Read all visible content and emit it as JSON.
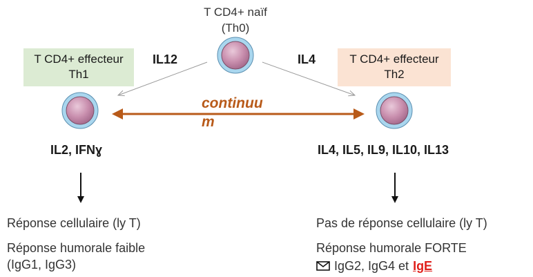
{
  "naive_cell": {
    "line1": "T CD4+ naïf",
    "line2": "(Th0)"
  },
  "th1": {
    "line1": "T CD4+ effecteur",
    "line2": "Th1",
    "cytokines": "IL2, IFNɣ"
  },
  "th2": {
    "line1": "T CD4+ effecteur",
    "line2": "Th2",
    "cytokines": "IL4, IL5, IL9, IL10, IL13"
  },
  "signals": {
    "left": "IL12",
    "right": "IL4"
  },
  "continuum": {
    "line1": "continuu",
    "line2": "m"
  },
  "left_outcomes": {
    "line1": "Réponse cellulaire (ly T)",
    "line2": "Réponse humorale faible",
    "line3": "(IgG1, IgG3)"
  },
  "right_outcomes": {
    "line1": "Pas de réponse cellulaire (ly T)",
    "line2": "Réponse humorale FORTE",
    "line3_prefix": "IgG2, IgG4 et",
    "line3_highlight": "IgE"
  },
  "icons": {
    "cell": "lymphocyte-cell-icon",
    "envelope": "envelope-icon"
  },
  "colors": {
    "th1_box": "#dcebd3",
    "th2_box": "#fbe3d3",
    "continuum": "#b85a19",
    "ige": "#e0201b",
    "cell_fill": "#c98fae",
    "cell_ring": "#8fc6e3"
  }
}
